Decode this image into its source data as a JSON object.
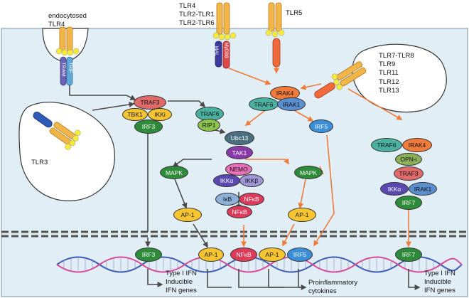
{
  "colors": {
    "cell_bg": "#e2eef6",
    "arrow_grey": "#4a4a4a",
    "arrow_orange": "#f07a3a",
    "receptor_orange": "#f2b648",
    "receptor_yellow": "#f5ec3a",
    "tlr5_red": "#f06a3c",
    "nucleus_line": "#555555"
  },
  "receptors": {
    "endocytosed_tlr4": [
      "endocytosed",
      "TLR4"
    ],
    "tlr4_group": [
      "TLR4",
      "TLR2-TLR1",
      "TLR2-TLR6"
    ],
    "tlr5": "TLR5",
    "tlr3": "TLR3",
    "endosomal_group": [
      "TLR7-TLR8",
      "TLR9",
      "TLR11",
      "TLR12",
      "TLR13"
    ]
  },
  "adaptors": {
    "tram": "TRAM",
    "trif": "TRIF",
    "mal": "MAL",
    "myd88": "MyD88"
  },
  "nodes": {
    "traf3": "TRAF3",
    "tbk1": "TBK1",
    "ikki": "IKKi",
    "irf3": "IRF3",
    "traf6_a": "TRAF6",
    "rip1": "RIP1",
    "irak4": "IRAK4",
    "traf6_b": "TRAF6",
    "irak1": "IRAK1",
    "ubc13": "Ubc13",
    "tak1": "TAK1",
    "irf5": "IRF5",
    "mapk_left": "MAPK",
    "mapk_right": "MAPK",
    "nemo": "NEMO",
    "ikka": "IKKα",
    "ikkb": "IKKβ",
    "ikb": "IκB",
    "nfkb_a": "NFκB",
    "nfkb_b": "NFκB",
    "ap1_left": "AP-1",
    "ap1_right": "AP-1",
    "traf6_c": "TRAF6",
    "irak4_c": "IRAK4",
    "opni": "OPN-i",
    "traf3_c": "TRAF3",
    "ikka_c": "IKKα",
    "irak1_c": "IRAK1",
    "irf7": "IRF7"
  },
  "nuclear": {
    "irf3": "IRF3",
    "ap1_a": "AP-1",
    "nfkb": "NFκB",
    "ap1_b": "AP-1",
    "irf5": "IRF5",
    "irf7": "IRF7"
  },
  "outputs": {
    "type1_left": [
      "Type I IFN",
      "Inducible",
      "IFN genes"
    ],
    "proinflammatory": [
      "Proinflammatory",
      "cytokines"
    ],
    "type1_right": [
      "Type I IFN",
      "Inducible",
      "IFN genes"
    ]
  }
}
